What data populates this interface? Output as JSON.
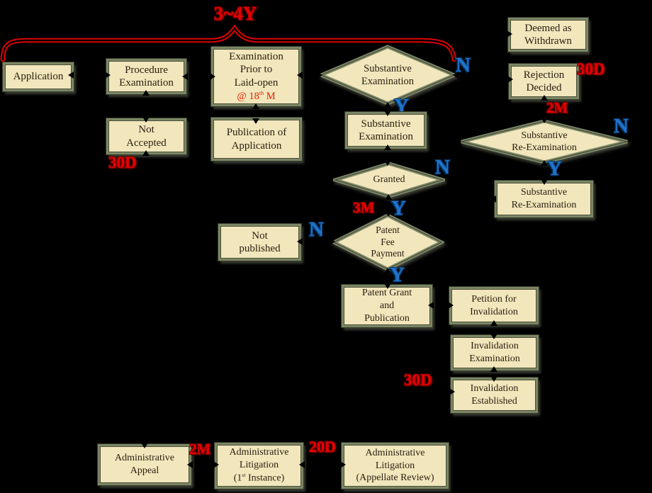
{
  "colors": {
    "background": "#000000",
    "box_fill": "#F2E6BC",
    "box_border": "#7C8666",
    "annotation_red": "#E60000",
    "branch_blue": "#2173C8"
  },
  "nodes": {
    "application": "Application",
    "procedure_examination": "Procedure\nExamination",
    "examination_prior": "Examination\nPrior to\nLaid-open",
    "publication_of_application": "Publication of\nApplication",
    "not_accepted": "Not\nAccepted",
    "substantive_examination_decision": "Substantive\nExamination",
    "substantive_examination": "Substantive\nExamination",
    "granted": "Granted",
    "patent_fee_payment": "Patent\nFee\nPayment",
    "not_published": "Not\npublished",
    "patent_grant_publication": "Patent Grant\nand\nPublication",
    "deemed_withdrawn": "Deemed as\nWithdrawn",
    "rejection_decided": "Rejection\nDecided",
    "substantive_reexamination_decision": "Substantive\nRe-Examination",
    "substantive_reexamination": "Substantive\nRe-Examination",
    "petition_invalidation": "Petition for\nInvalidation",
    "invalidation_examination": "Invalidation\nExamination",
    "invalidation_established": "Invalidation\nEstablished",
    "administrative_appeal": "Administrative\nAppeal",
    "admin_litigation_first": "Administrative\nLitigation",
    "admin_litigation_first_line3": {
      "pre": "(1",
      "sup": "st",
      "post": " Instance)"
    },
    "admin_litigation_appellate": "Administrative\nLitigation\n(Appellate Review)"
  },
  "annotations": {
    "overall_duration": "3~4Y",
    "laid_open_note": {
      "pre": "@ 18",
      "sup": "th",
      "post": " M"
    },
    "not_accepted_deadline": "30D",
    "rejection_appeal_deadline": "30D",
    "reexam_request_period": "2M",
    "fee_payment_period": "3M",
    "invalidation_period": "30D",
    "administrative_appeal_period": "2M",
    "litigation_appeal_period": "20D"
  },
  "branches": {
    "yes": "Y",
    "no": "N"
  }
}
